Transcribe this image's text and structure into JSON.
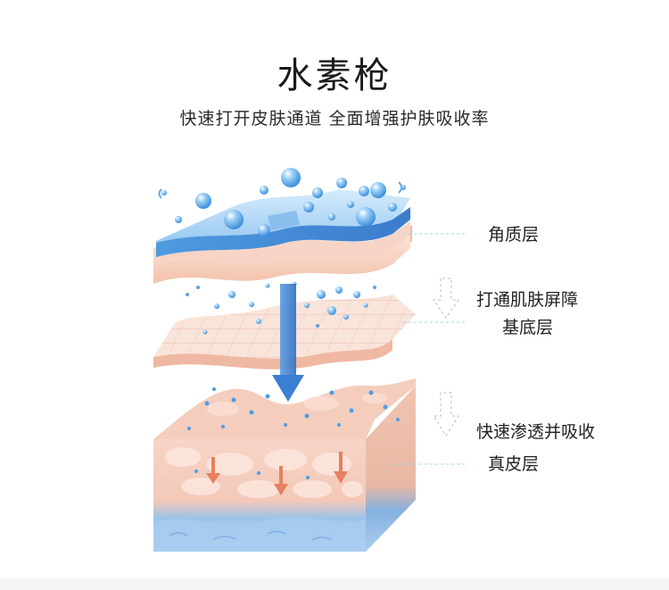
{
  "header": {
    "title": "水素枪",
    "subtitle": "快速打开皮肤通道 全面增强护肤吸收率"
  },
  "labels": {
    "stratum_corneum": "角质层",
    "open_barrier": "打通肌肤屏障",
    "basal_layer": "基底层",
    "fast_absorb": "快速渗透并吸收",
    "dermis": "真皮层"
  },
  "colors": {
    "water_blue": "#4a9ee6",
    "skin_pink": "#f6cbb8",
    "arrow_blue": "#3e7fd0",
    "arrow_orange": "#e7805f",
    "guide_line": "#9ad4ea"
  }
}
